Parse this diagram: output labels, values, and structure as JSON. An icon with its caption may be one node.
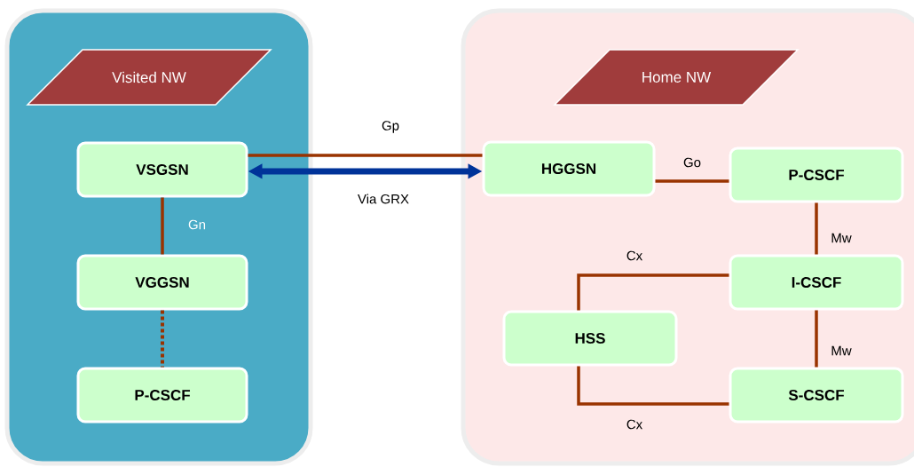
{
  "diagram": {
    "nodes": [
      {
        "text": [],
        "shape": "box"
      },
      {
        "text": [
          "Visited NW"
        ],
        "in": 0
      },
      {
        "text": [
          "VSGSN"
        ],
        "in": 0
      },
      {
        "text": [
          "VGGSN"
        ],
        "in": 0
      },
      {
        "text": [
          "P-CSCF"
        ],
        "in": 0
      },
      {
        "text": [],
        "shape": "box"
      },
      {
        "text": [
          "Home NW"
        ],
        "in": 5
      },
      {
        "text": [
          "HGGSN"
        ],
        "in": 5
      },
      {
        "text": [
          "P-CSCF"
        ],
        "in": 5
      },
      {
        "text": [
          "I-CSCF"
        ],
        "in": 5
      },
      {
        "text": [
          "HSS"
        ],
        "in": 5
      },
      {
        "text": [
          "S-CSCF"
        ],
        "in": 5
      }
    ],
    "edges": [
      {
        "from": 2,
        "to": 7,
        "arrow": "none",
        "label": "Gp"
      },
      {
        "from": 2,
        "to": 7,
        "arrow": "both",
        "label": "Via GRX",
        "style": "thick",
        "color": "#003399"
      },
      {
        "from": 2,
        "to": 3,
        "arrow": "none",
        "label": "Gn"
      },
      {
        "from": 3,
        "to": 4,
        "arrow": "none",
        "style": "dashed"
      },
      {
        "from": 7,
        "to": 8,
        "arrow": "none",
        "label": "Go"
      },
      {
        "from": 8,
        "to": 9,
        "arrow": "none",
        "label": "Mw"
      },
      {
        "from": 9,
        "to": 10,
        "arrow": "none",
        "label": "Cx"
      },
      {
        "from": 9,
        "to": 11,
        "arrow": "none",
        "label": "Mw"
      },
      {
        "from": 11,
        "to": 10,
        "arrow": "none",
        "label": "Cx"
      }
    ]
  }
}
